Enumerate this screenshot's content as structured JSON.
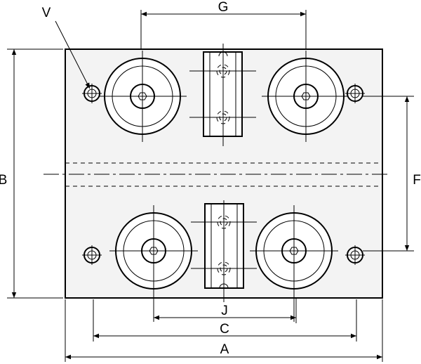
{
  "diagram": {
    "labels": {
      "A": "A",
      "B": "B",
      "C": "C",
      "F": "F",
      "G": "G",
      "J": "J",
      "V": "V"
    }
  }
}
